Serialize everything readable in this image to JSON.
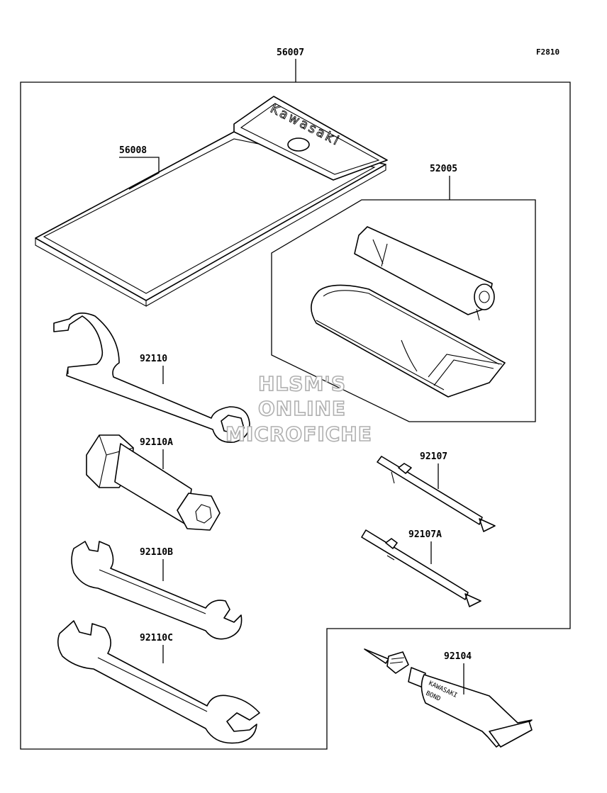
{
  "figure_code": "F2810",
  "labels": {
    "kit": "56007",
    "pouch": "56008",
    "tire_kit": "52005",
    "spanner": "92110",
    "box_wrench": "92110A",
    "wrench_b": "92110B",
    "wrench_c": "92110C",
    "driver": "92107",
    "driver_a": "92107A",
    "bond": "92104"
  },
  "pouch_brand": "Kawasaki",
  "bond_tube": {
    "line1": "KAWASAKI",
    "line2": "BOND"
  },
  "watermark": [
    "HLSM'S",
    "ONLINE",
    "MICROFICHE"
  ]
}
